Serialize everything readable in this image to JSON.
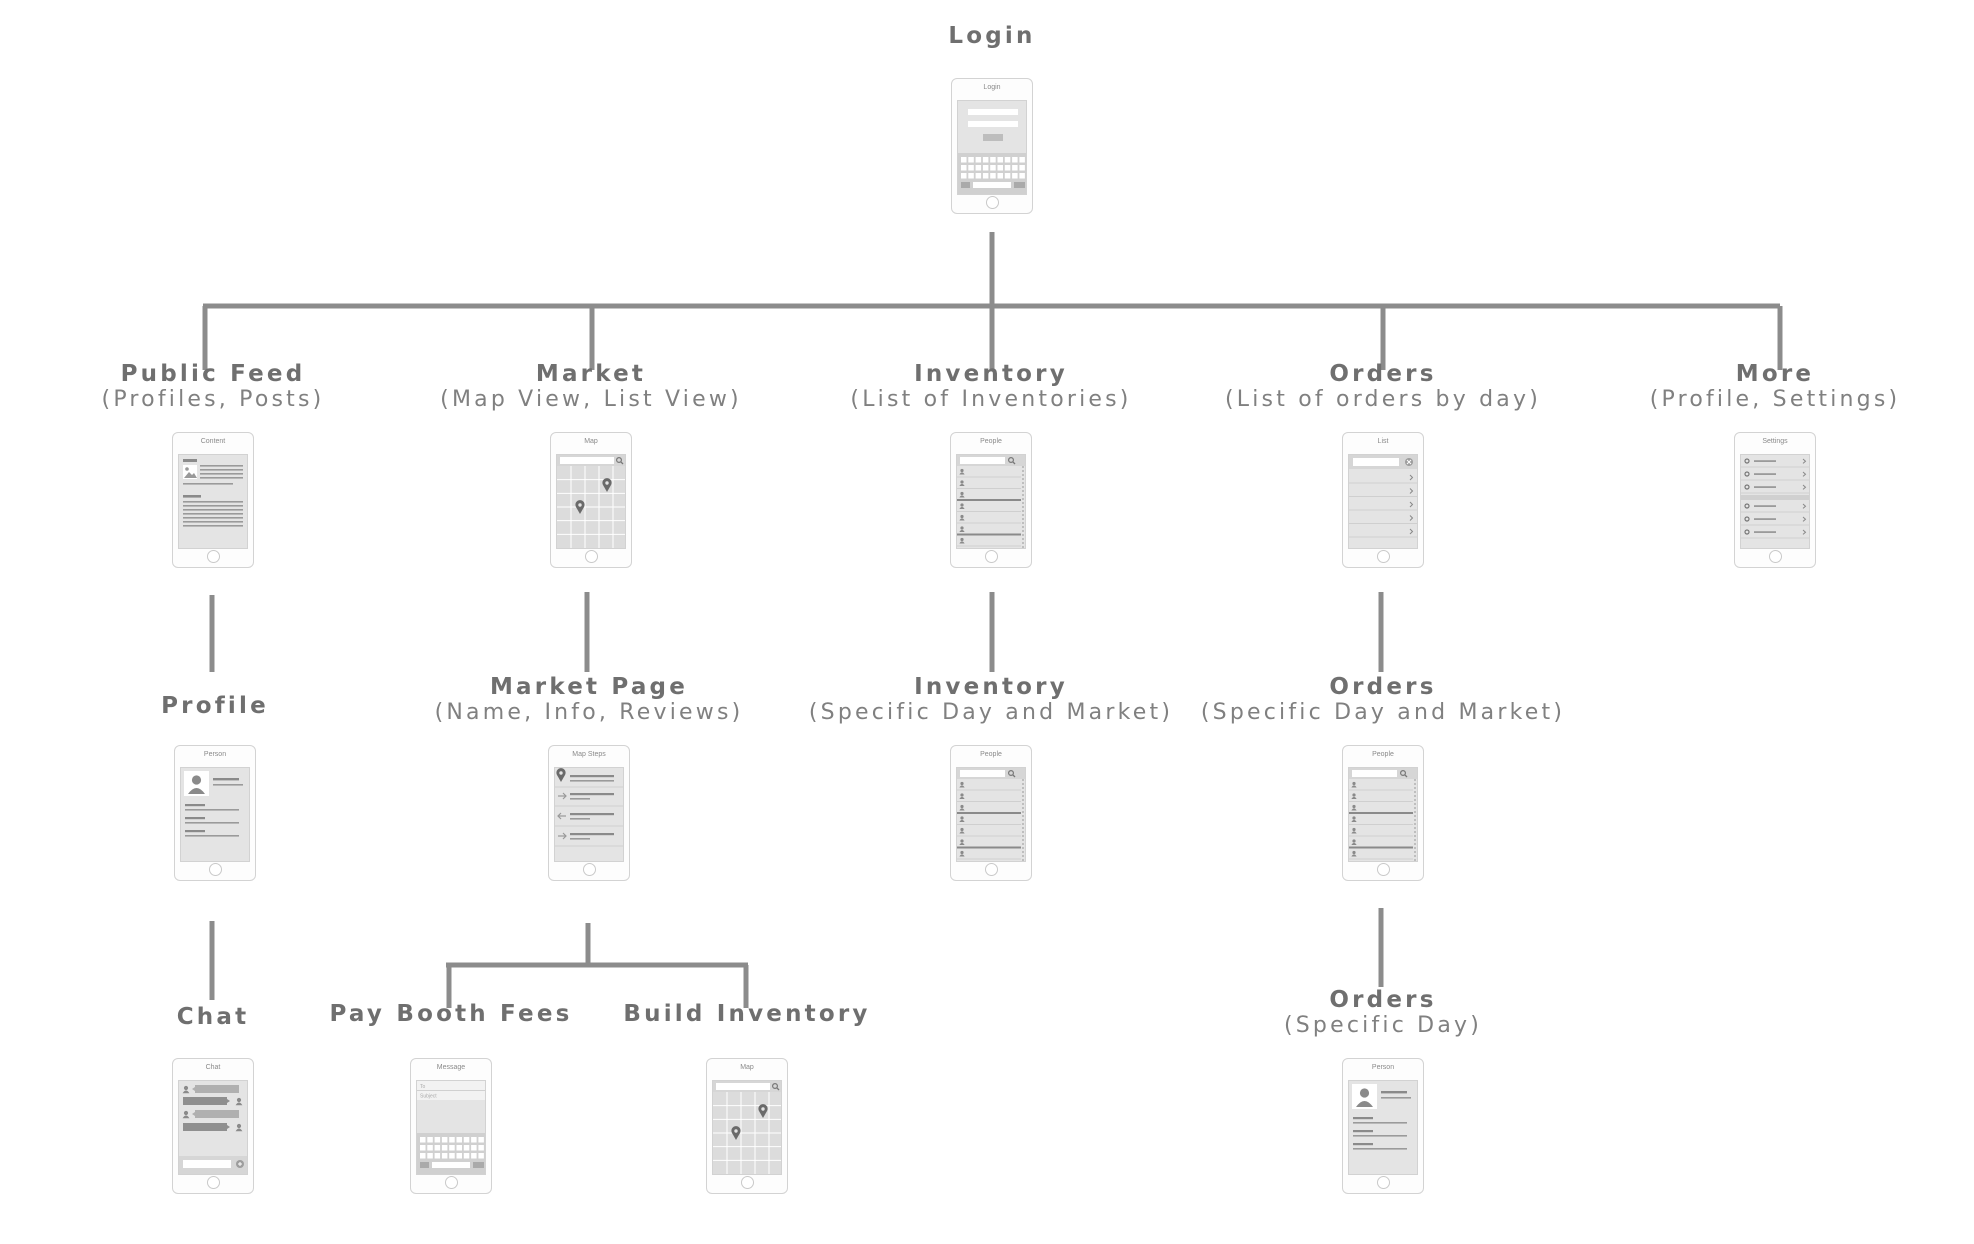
{
  "nodes": [
    {
      "id": "login",
      "title": "Login",
      "subtitle": "",
      "screen_label": "Login",
      "screen_type": "login"
    },
    {
      "id": "public-feed",
      "title": "Public Feed",
      "subtitle": "(Profiles, Posts)",
      "screen_label": "Content",
      "screen_type": "content"
    },
    {
      "id": "market",
      "title": "Market",
      "subtitle": "(Map View, List View)",
      "screen_label": "Map",
      "screen_type": "map"
    },
    {
      "id": "inventory",
      "title": "Inventory",
      "subtitle": "(List of Inventories)",
      "screen_label": "People",
      "screen_type": "people"
    },
    {
      "id": "orders",
      "title": "Orders",
      "subtitle": "(List of orders by day)",
      "screen_label": "List",
      "screen_type": "list"
    },
    {
      "id": "more",
      "title": "More",
      "subtitle": "(Profile, Settings)",
      "screen_label": "Settings",
      "screen_type": "settings"
    },
    {
      "id": "profile",
      "title": "Profile",
      "subtitle": "",
      "screen_label": "Person",
      "screen_type": "person"
    },
    {
      "id": "market-page",
      "title": "Market Page",
      "subtitle": "(Name, Info, Reviews)",
      "screen_label": "Map Steps",
      "screen_type": "mapsteps"
    },
    {
      "id": "inventory-day",
      "title": "Inventory",
      "subtitle": "(Specific Day and Market)",
      "screen_label": "People",
      "screen_type": "people"
    },
    {
      "id": "orders-day-market",
      "title": "Orders",
      "subtitle": "(Specific Day and Market)",
      "screen_label": "People",
      "screen_type": "people"
    },
    {
      "id": "chat",
      "title": "Chat",
      "subtitle": "",
      "screen_label": "Chat",
      "screen_type": "chat"
    },
    {
      "id": "pay-booth-fees",
      "title": "Pay Booth Fees",
      "subtitle": "",
      "screen_label": "Message",
      "screen_type": "message"
    },
    {
      "id": "build-inventory",
      "title": "Build Inventory",
      "subtitle": "",
      "screen_label": "Map",
      "screen_type": "map"
    },
    {
      "id": "orders-day",
      "title": "Orders",
      "subtitle": "(Specific Day)",
      "screen_label": "Person",
      "screen_type": "person"
    }
  ],
  "edges": [
    [
      "login",
      "public-feed"
    ],
    [
      "login",
      "market"
    ],
    [
      "login",
      "inventory"
    ],
    [
      "login",
      "orders"
    ],
    [
      "login",
      "more"
    ],
    [
      "public-feed",
      "profile"
    ],
    [
      "profile",
      "chat"
    ],
    [
      "market",
      "market-page"
    ],
    [
      "market-page",
      "pay-booth-fees"
    ],
    [
      "market-page",
      "build-inventory"
    ],
    [
      "inventory",
      "inventory-day"
    ],
    [
      "orders",
      "orders-day-market"
    ],
    [
      "orders-day-market",
      "orders-day"
    ]
  ],
  "message_screen": {
    "to_label": "To",
    "subject_label": "Subject"
  },
  "colors": {
    "connector": "#8c8c8c",
    "title": "#6f6f6f",
    "subtitle": "#808080",
    "screen_bg": "#e4e4e4",
    "screen_line": "#9a9a9a"
  }
}
